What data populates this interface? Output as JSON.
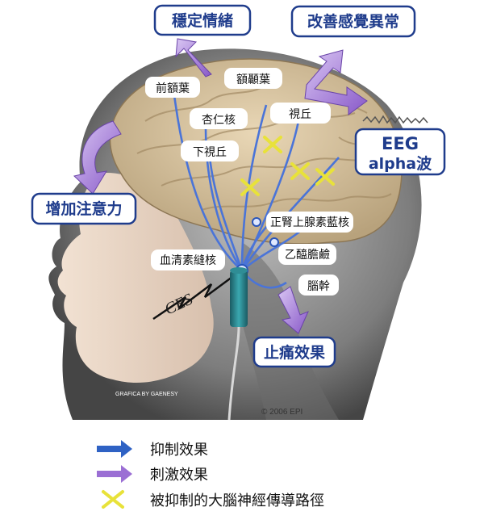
{
  "outcomes": {
    "stabilize_emotion": "穩定情緒",
    "improve_sensation": "改善感覺異常",
    "increase_attention": "增加注意力",
    "eeg_line1": "EEG",
    "eeg_line2": "alpha波",
    "analgesia": "止痛效果"
  },
  "regions": {
    "prefrontal": "前額葉",
    "frontoparietal": "額顳葉",
    "amygdala": "杏仁核",
    "thalamus": "視丘",
    "hypothalamus": "下視丘",
    "locus_coeruleus": "正腎上腺素藍核",
    "acetylcholine": "乙醯膽鹼",
    "raphe": "血清素縫核",
    "brainstem": "腦幹"
  },
  "image_labels": {
    "ces": "CES",
    "credit": "GRAFICA BY GAENESY",
    "copyright": "© 2006 EPI"
  },
  "legend": [
    {
      "label": "抑制效果",
      "color": "#2f62c4"
    },
    {
      "label": "刺激效果",
      "color": "#9b6fd4"
    },
    {
      "label": "被抑制的大腦神經傳導路徑",
      "color": "#e8e23a"
    }
  ]
}
